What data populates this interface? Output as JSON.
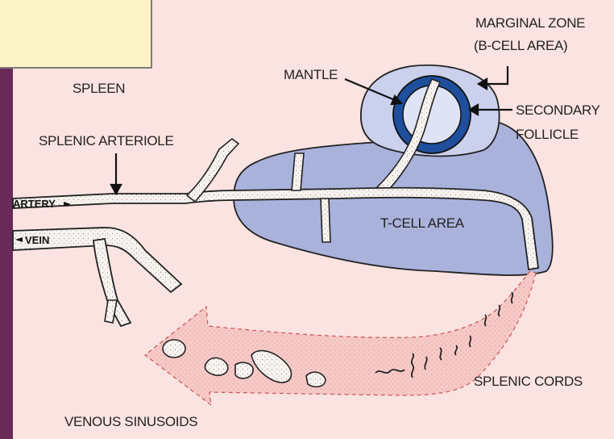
{
  "labels": {
    "marginal_zone_1": "MARGINAL ZONE",
    "marginal_zone_2": "(B-CELL AREA)",
    "mantle": "MANTLE",
    "spleen": "SPLEEN",
    "secondary_1": "SECONDARY",
    "secondary_2": "FOLLICLE",
    "splenic_arteriole": "SPLENIC ARTERIOLE",
    "artery": "ARTERY",
    "vein": "VEIN",
    "t_cell_area": "T-CELL AREA",
    "splenic_cords": "SPLENIC CORDS",
    "venous_sinusoids": "VENOUS SINUSOIDS"
  },
  "colors": {
    "background": "#fbe3e1",
    "note_box": "#fbf2c8",
    "side_bar": "#6a2a57",
    "white_pulp": "#a9b2db",
    "marginal_zone": "#cbd1ec",
    "follicle_ring": "#1f4f9c",
    "follicle_center": "#dfe3f5",
    "vessel": "#f8f3ef",
    "flow_arrow": "#f5c4c4"
  }
}
